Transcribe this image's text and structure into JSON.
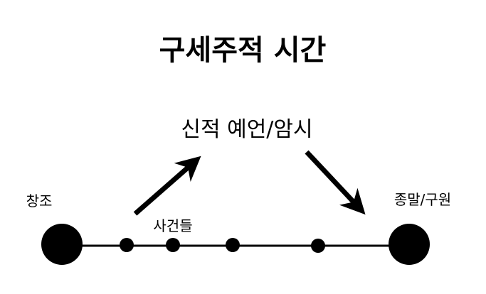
{
  "diagram": {
    "title": "구세주적 시간",
    "center_label": "신적 예언/암시",
    "left_label": "창조",
    "right_label": "종말/구원",
    "events_label": "사건들",
    "colors": {
      "ink": "#000000",
      "background": "#ffffff"
    }
  }
}
